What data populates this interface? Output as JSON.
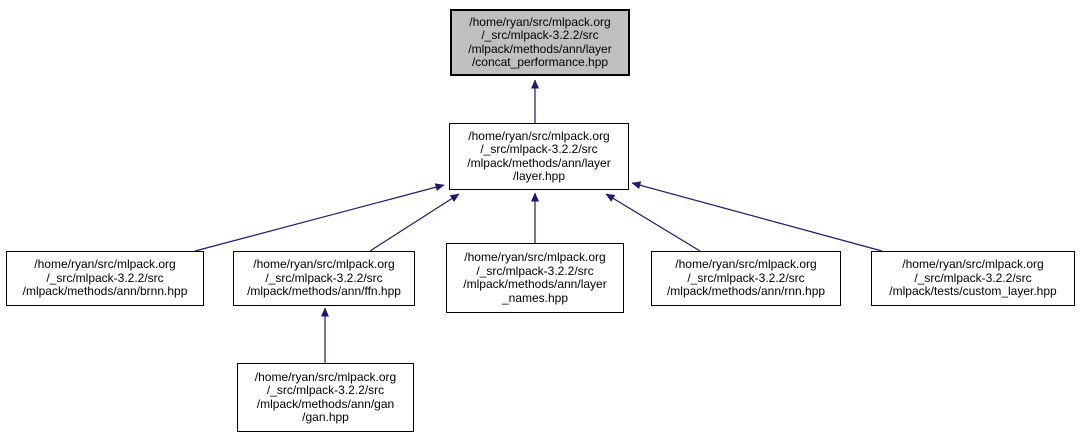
{
  "diagram": {
    "type": "include-dependency-graph",
    "colors": {
      "edge": "#191970",
      "node_border": "#000000",
      "highlight_fill": "#bfbfbf",
      "node_fill": "#ffffff",
      "text": "#000000"
    },
    "nodes": [
      {
        "id": "concat_performance_hpp",
        "highlight": true,
        "lines": [
          "/home/ryan/src/mlpack.org",
          "/_src/mlpack-3.2.2/src",
          "/mlpack/methods/ann/layer",
          "/concat_performance.hpp"
        ]
      },
      {
        "id": "layer_hpp",
        "highlight": false,
        "lines": [
          "/home/ryan/src/mlpack.org",
          "/_src/mlpack-3.2.2/src",
          "/mlpack/methods/ann/layer",
          "/layer.hpp"
        ]
      },
      {
        "id": "brnn_hpp",
        "highlight": false,
        "lines": [
          "/home/ryan/src/mlpack.org",
          "/_src/mlpack-3.2.2/src",
          "/mlpack/methods/ann/brnn.hpp"
        ]
      },
      {
        "id": "ffn_hpp",
        "highlight": false,
        "lines": [
          "/home/ryan/src/mlpack.org",
          "/_src/mlpack-3.2.2/src",
          "/mlpack/methods/ann/ffn.hpp"
        ]
      },
      {
        "id": "layer_names_hpp",
        "highlight": false,
        "lines": [
          "/home/ryan/src/mlpack.org",
          "/_src/mlpack-3.2.2/src",
          "/mlpack/methods/ann/layer",
          "_names.hpp"
        ]
      },
      {
        "id": "rnn_hpp",
        "highlight": false,
        "lines": [
          "/home/ryan/src/mlpack.org",
          "/_src/mlpack-3.2.2/src",
          "/mlpack/methods/ann/rnn.hpp"
        ]
      },
      {
        "id": "custom_layer_hpp",
        "highlight": false,
        "lines": [
          "/home/ryan/src/mlpack.org",
          "/_src/mlpack-3.2.2/src",
          "/mlpack/tests/custom_layer.hpp"
        ]
      },
      {
        "id": "gan_hpp",
        "highlight": false,
        "lines": [
          "/home/ryan/src/mlpack.org",
          "/_src/mlpack-3.2.2/src",
          "/mlpack/methods/ann/gan",
          "/gan.hpp"
        ]
      }
    ],
    "edges": [
      {
        "from": "layer_hpp",
        "to": "concat_performance_hpp"
      },
      {
        "from": "brnn_hpp",
        "to": "layer_hpp"
      },
      {
        "from": "ffn_hpp",
        "to": "layer_hpp"
      },
      {
        "from": "layer_names_hpp",
        "to": "layer_hpp"
      },
      {
        "from": "rnn_hpp",
        "to": "layer_hpp"
      },
      {
        "from": "custom_layer_hpp",
        "to": "layer_hpp"
      },
      {
        "from": "gan_hpp",
        "to": "ffn_hpp"
      }
    ]
  }
}
